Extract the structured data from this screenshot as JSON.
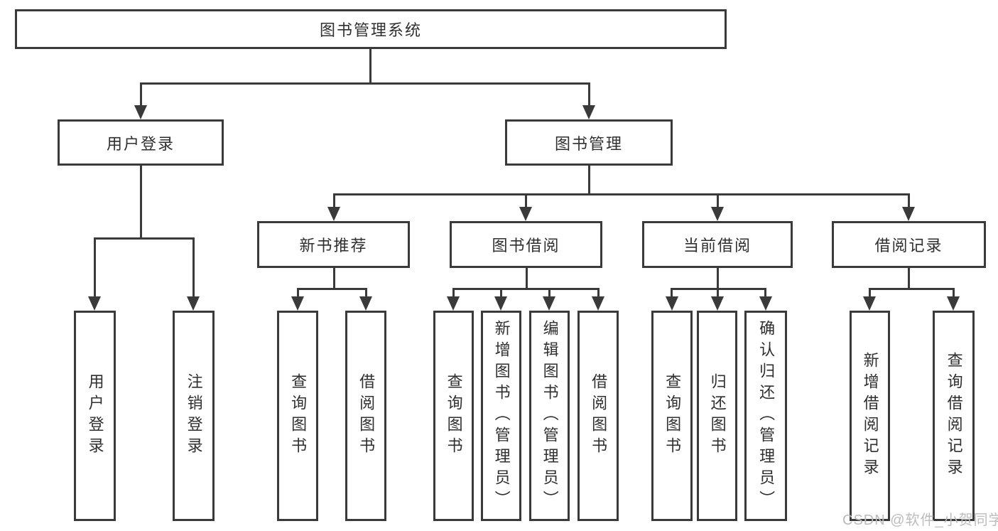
{
  "diagram": {
    "type": "hierarchy-tree",
    "root": {
      "label": "图书管理系统"
    },
    "branches": [
      {
        "label": "用户登录",
        "children": [
          {
            "label": "用户登录"
          },
          {
            "label": "注销登录"
          }
        ]
      },
      {
        "label": "图书管理",
        "children": [
          {
            "label": "新书推荐",
            "children": [
              {
                "label": "查询图书"
              },
              {
                "label": "借阅图书"
              }
            ]
          },
          {
            "label": "图书借阅",
            "children": [
              {
                "label": "查询图书"
              },
              {
                "label": "新增图书（管理员）"
              },
              {
                "label": "编辑图书（管理员）"
              },
              {
                "label": "借阅图书"
              }
            ]
          },
          {
            "label": "当前借阅",
            "children": [
              {
                "label": "查询图书"
              },
              {
                "label": "归还图书"
              },
              {
                "label": "确认归还（管理员）"
              }
            ]
          },
          {
            "label": "借阅记录",
            "children": [
              {
                "label": "新增借阅记录"
              },
              {
                "label": "查询借阅记录"
              }
            ]
          }
        ]
      }
    ]
  },
  "watermark": {
    "text": "CSDN @软件_小贺同学"
  },
  "colors": {
    "line": "#3a3a3a",
    "text": "#2f2f2f",
    "background": "#ffffff",
    "watermark": "#bcbcbc"
  }
}
